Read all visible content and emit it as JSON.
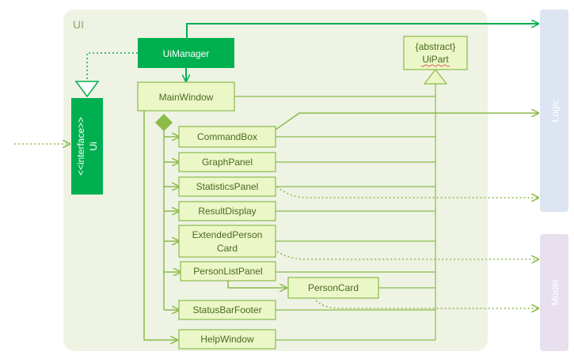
{
  "package": {
    "label": "UI"
  },
  "ui_manager": {
    "label": "UiManager"
  },
  "interface": {
    "stereotype": "<<interface>>",
    "name": "Ui"
  },
  "ui_part": {
    "stereotype": "{abstract}",
    "name": "UiPart"
  },
  "main_window": {
    "label": "MainWindow"
  },
  "components": [
    {
      "id": "command-box",
      "label": "CommandBox"
    },
    {
      "id": "graph-panel",
      "label": "GraphPanel"
    },
    {
      "id": "statistics-panel",
      "label": "StatisticsPanel"
    },
    {
      "id": "result-display",
      "label": "ResultDisplay"
    },
    {
      "id": "extended-person-card",
      "label_line1": "ExtendedPerson",
      "label_line2": "Card"
    },
    {
      "id": "person-list-panel",
      "label": "PersonListPanel"
    },
    {
      "id": "status-bar-footer",
      "label": "StatusBarFooter"
    },
    {
      "id": "help-window",
      "label": "HelpWindow"
    }
  ],
  "person_card": {
    "label": "PersonCard"
  },
  "side_components": {
    "logic": {
      "label": "Logic"
    },
    "model": {
      "label": "Model"
    }
  },
  "colors": {
    "package_bg": "#eef3e4",
    "box_fill": "#ecf7c8",
    "box_stroke": "#8cbb4a",
    "dark_green": "#00b050",
    "side_blue": "#dde5f2",
    "side_purple": "#e8e0ee",
    "diamond": "#8cbb4a"
  }
}
